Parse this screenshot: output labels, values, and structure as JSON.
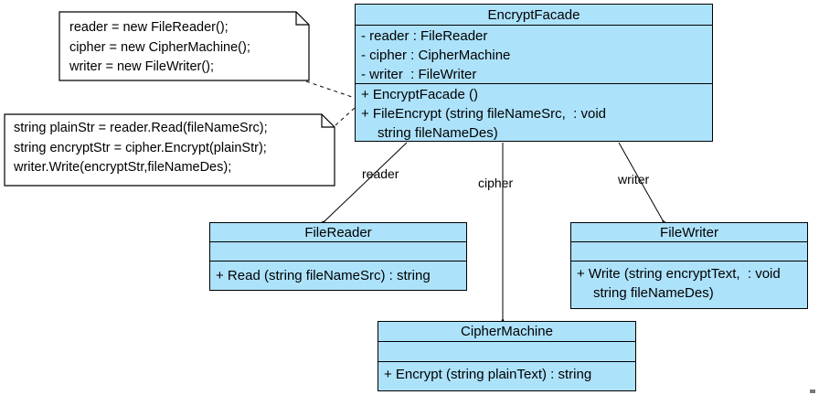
{
  "colors": {
    "background": "#FFFFFF",
    "class_fill": "#ADE2FB",
    "stroke": "#000000",
    "note_fill": "#FFFFFF",
    "artifact_gray": "#7A7A7A"
  },
  "diagram": {
    "pattern": "Facade UML class diagram"
  },
  "classes": {
    "encrypt_facade": {
      "name": "EncryptFacade",
      "attributes": [
        "- reader : FileReader",
        "- cipher : CipherMachine",
        "- writer  : FileWriter"
      ],
      "methods": [
        "+ EncryptFacade ()",
        "+ FileEncrypt (string fileNameSrc,  : void",
        "string fileNameDes)"
      ]
    },
    "file_reader": {
      "name": "FileReader",
      "methods": [
        "+ Read (string fileNameSrc) : string"
      ]
    },
    "file_writer": {
      "name": "FileWriter",
      "methods": [
        "+ Write (string encryptText,  : void",
        "string fileNameDes)"
      ]
    },
    "cipher_machine": {
      "name": "CipherMachine",
      "methods": [
        "+ Encrypt (string plainText) : string"
      ]
    }
  },
  "notes": {
    "constructor_note": {
      "lines": [
        "reader = new FileReader();",
        "cipher = new CipherMachine();",
        "writer = new FileWriter();"
      ]
    },
    "encrypt_logic_note": {
      "lines": [
        "string plainStr = reader.Read(fileNameSrc);",
        "string encryptStr = cipher.Encrypt(plainStr);",
        "writer.Write(encryptStr,fileNameDes);"
      ]
    }
  },
  "associations": {
    "reader": {
      "label": "reader"
    },
    "cipher": {
      "label": "cipher"
    },
    "writer": {
      "label": "writer"
    }
  }
}
